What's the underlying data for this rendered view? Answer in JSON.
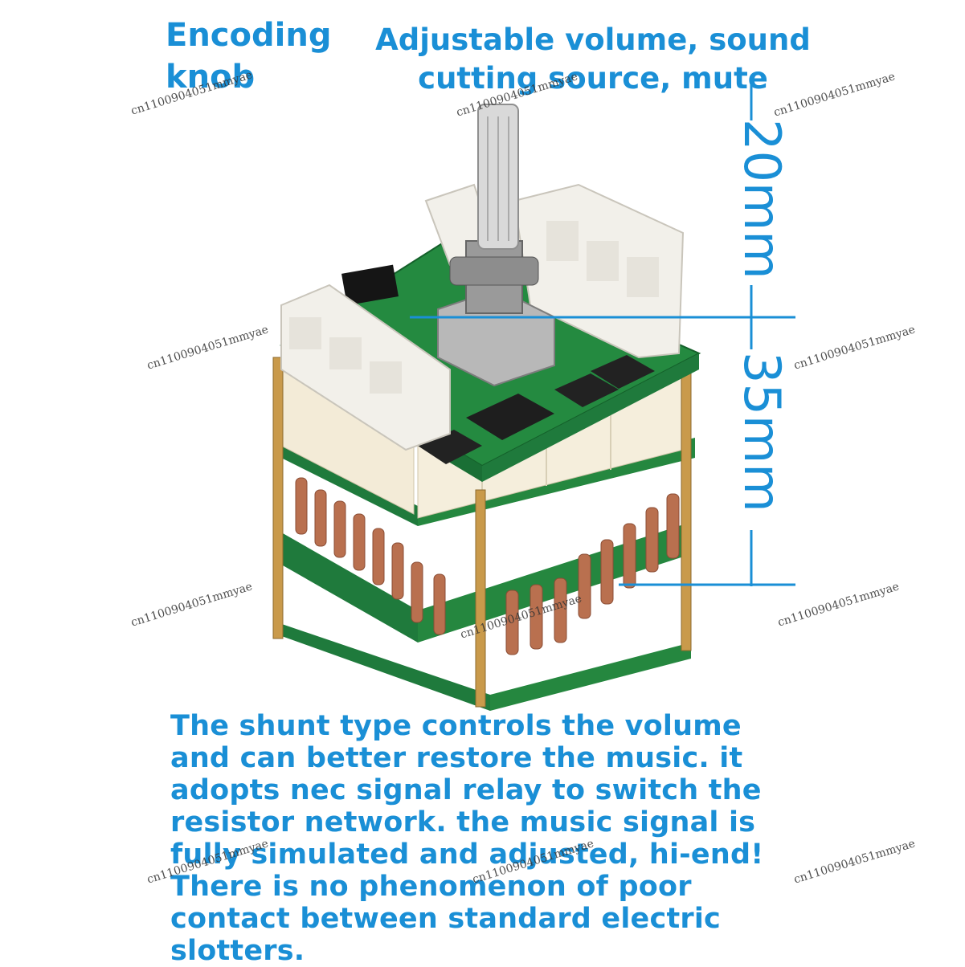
{
  "captions": {
    "knob": "Encoding knob",
    "volume": "Adjustable volume, sound cutting source, mute",
    "description": "The shunt type controls the volume and can better restore the music. it adopts nec signal relay to switch the resistor network. the music signal is fully simulated and adjusted, hi-end! There is no phenomenon of poor contact between standard electric slotters."
  },
  "dimensions": {
    "top": "20mm",
    "bottom": "35mm"
  },
  "watermark": "cn1100904051mmyae",
  "colors": {
    "caption": "#1a8fd6",
    "pcb": "#1f7a3c",
    "resistor": "#b9704f",
    "header": "#f2f0ea"
  }
}
